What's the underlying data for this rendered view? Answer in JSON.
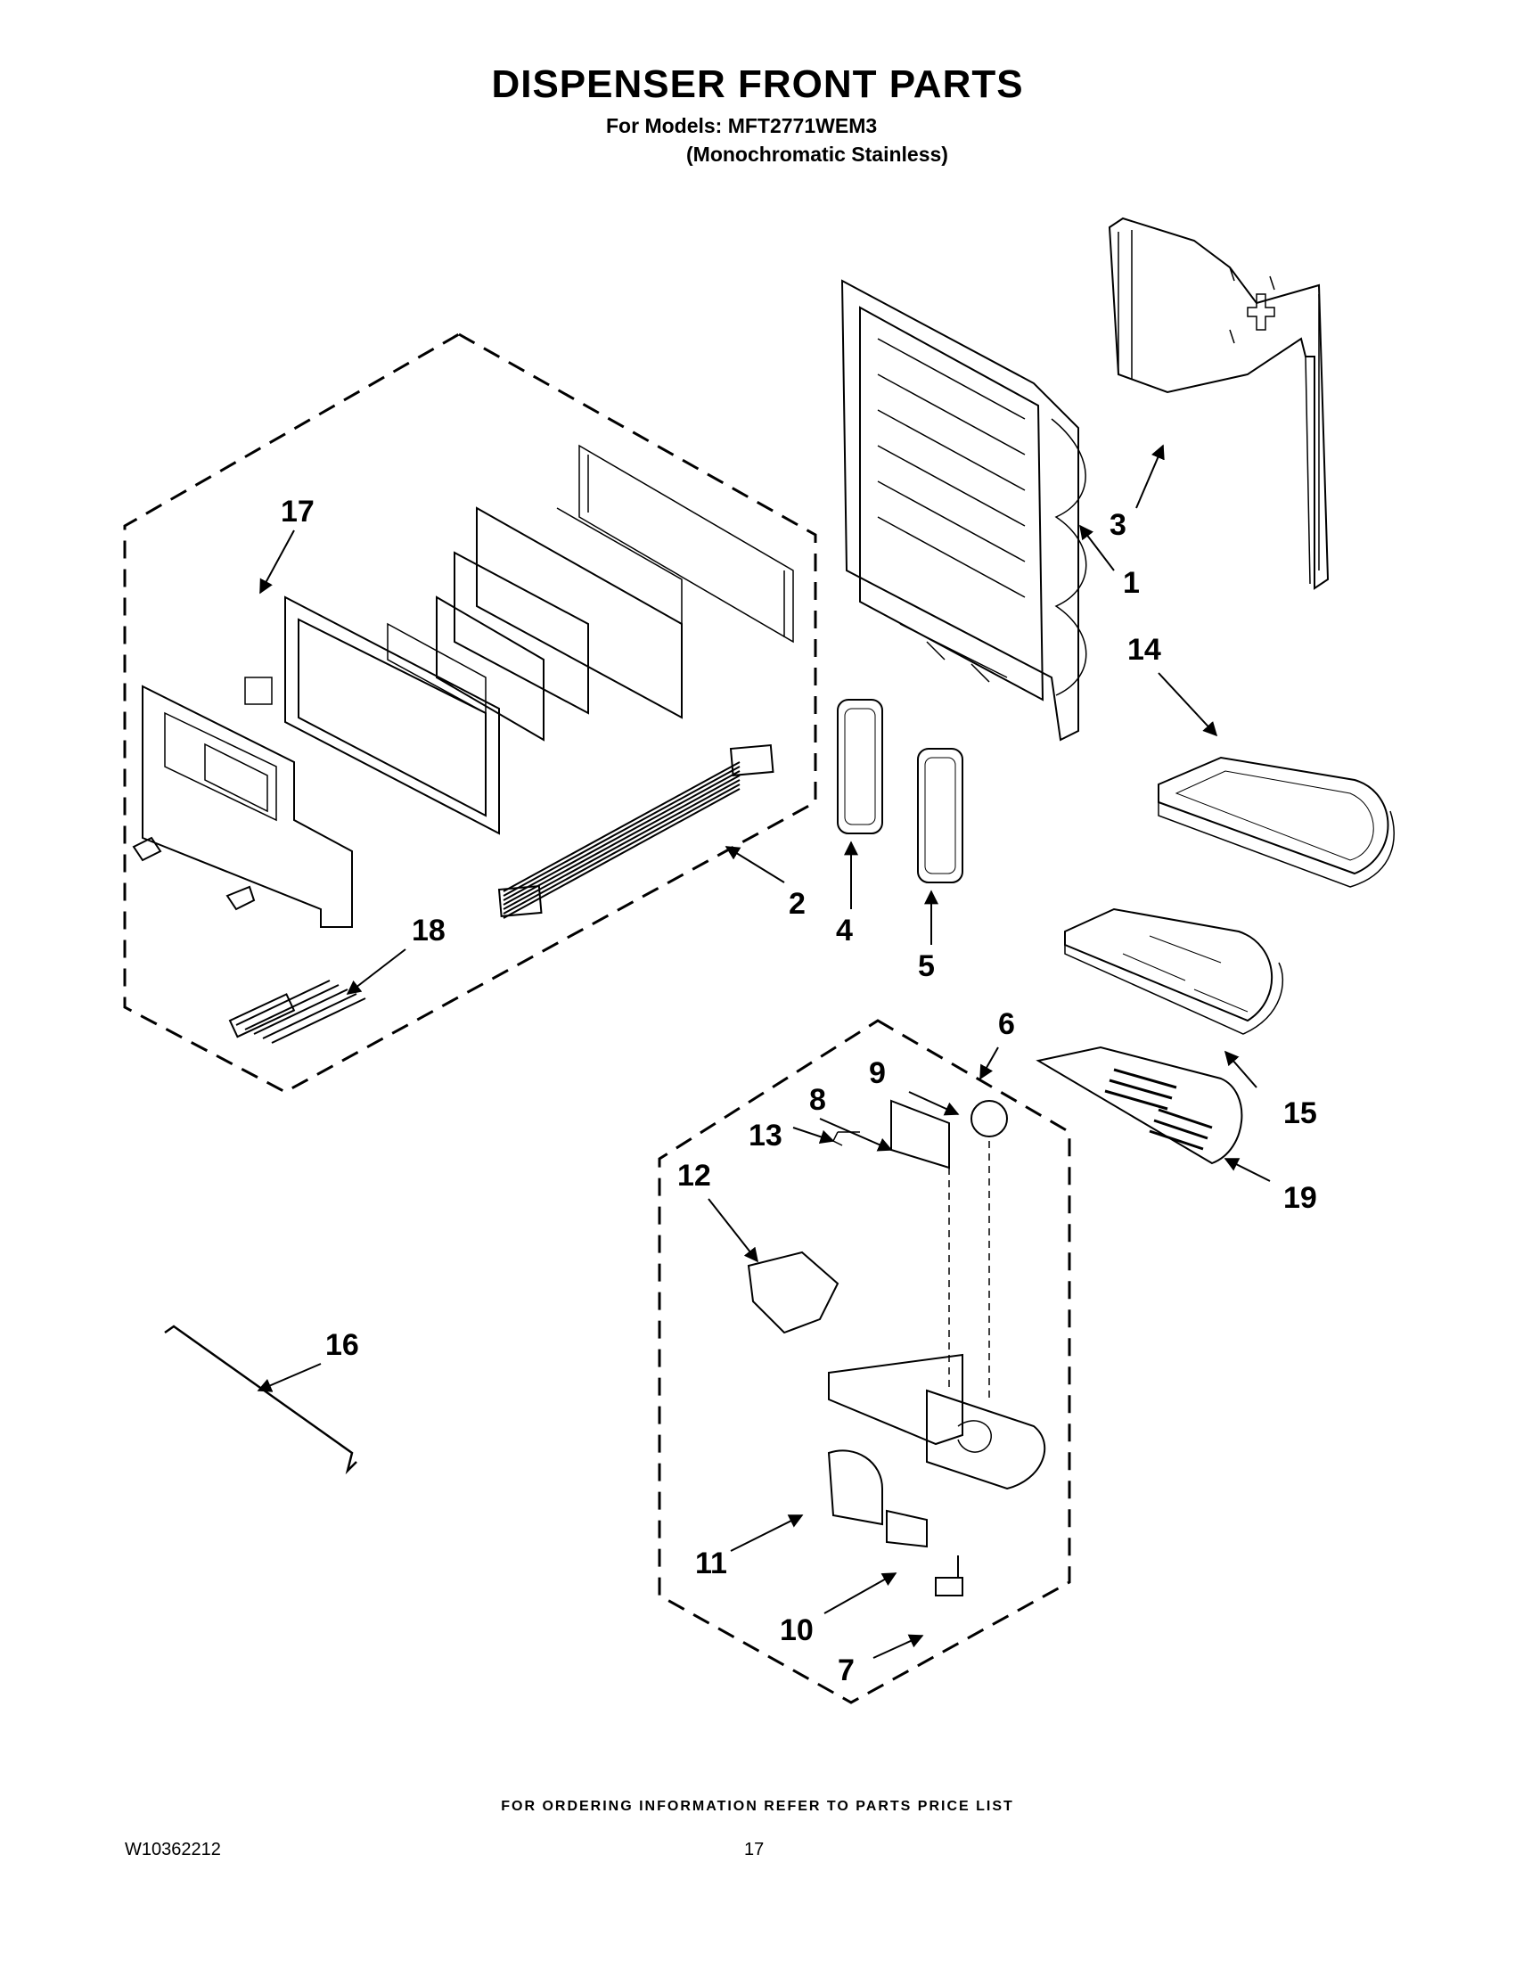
{
  "header": {
    "title": "DISPENSER FRONT PARTS",
    "models_line": "For Models: MFT2771WEM3",
    "variant_line": "(Monochromatic Stainless)"
  },
  "callouts": [
    "1",
    "2",
    "3",
    "4",
    "5",
    "6",
    "7",
    "8",
    "9",
    "10",
    "11",
    "12",
    "13",
    "14",
    "15",
    "16",
    "17",
    "18",
    "19"
  ],
  "footer": {
    "ordering_note": "FOR ORDERING INFORMATION REFER TO PARTS PRICE LIST",
    "document_id": "W10362212",
    "page_number": "17"
  }
}
